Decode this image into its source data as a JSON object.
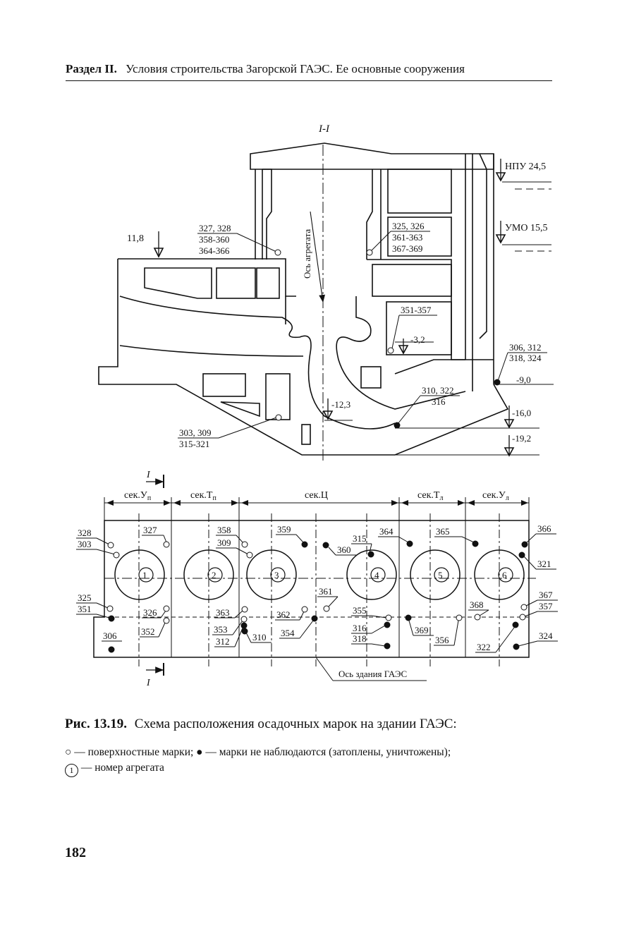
{
  "header": {
    "section": "Раздел II.",
    "title": "Условия строительства Загорской ГАЭС. Ее основные сооружения"
  },
  "figure": {
    "section_label": "I-I",
    "axis_unit_label": "Ось агрегата",
    "axis_building_label": "Ось здания ГАЭС",
    "cut_label": "I",
    "levels": {
      "npu": "НПУ 24,5",
      "umo": "УМО 15,5",
      "l118": "11,8",
      "m32": "-3,2",
      "m90": "-9,0",
      "m123": "-12,3",
      "m160": "-16,0",
      "m192": "-19,2"
    },
    "section_marks": {
      "a1": "327, 328",
      "a2": "358-360",
      "a3": "364-366",
      "b1": "325, 326",
      "b2": "361-363",
      "b3": "367-369",
      "c1": "351-357",
      "d1": "306, 312",
      "d2": "318, 324",
      "e1": "310, 322",
      "e2": "316",
      "f1": "303, 309",
      "f2": "315-321"
    },
    "sections": [
      "сек.У",
      "сек.Т",
      "сек.Ц",
      "сек.Т",
      "сек.У"
    ],
    "section_subs": [
      "п",
      "п",
      "",
      "л",
      "л"
    ],
    "units": [
      "1",
      "2",
      "3",
      "4",
      "5",
      "6"
    ],
    "plan_marks": {
      "m328": "328",
      "m303": "303",
      "m327": "327",
      "m325": "325",
      "m351": "351",
      "m326": "326",
      "m352": "352",
      "m306": "306",
      "m358": "358",
      "m309": "309",
      "m363": "363",
      "m353": "353",
      "m312": "312",
      "m310": "310",
      "m359": "359",
      "m362": "362",
      "m354": "354",
      "m361": "361",
      "m315": "315",
      "m360": "360",
      "m355": "355",
      "m316": "316",
      "m318": "318",
      "m364": "364",
      "m369": "369",
      "m365": "365",
      "m356": "356",
      "m368": "368",
      "m322": "322",
      "m366": "366",
      "m321": "321",
      "m367": "367",
      "m357": "357",
      "m324": "324"
    }
  },
  "caption": {
    "label": "Рис. 13.19.",
    "text": "Схема расположения осадочных марок на здании ГАЭС:"
  },
  "legend": {
    "open_symbol": "○",
    "open_text": "— поверхностные марки;",
    "filled_symbol": "●",
    "filled_text": "— марки не наблюдаются (затоплены, уничтожены);",
    "unit_symbol": "1",
    "unit_text": "— номер агрегата"
  },
  "page_number": "182"
}
